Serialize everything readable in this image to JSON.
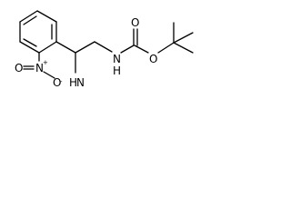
{
  "molecule": {
    "atom_labels": {
      "nitro_n": "N",
      "nitro_o_double": "O",
      "nitro_o_single": "O",
      "amine_h": "H",
      "amine_n": "N",
      "carbamate_n": "N",
      "carbamate_h": "H",
      "carbonyl_o": "O",
      "ester_o": "O"
    },
    "charges": {
      "nitro_n": "+",
      "nitro_o": "-"
    },
    "colors": {
      "bond": "#000000",
      "text": "#000000",
      "background": "#ffffff"
    }
  }
}
